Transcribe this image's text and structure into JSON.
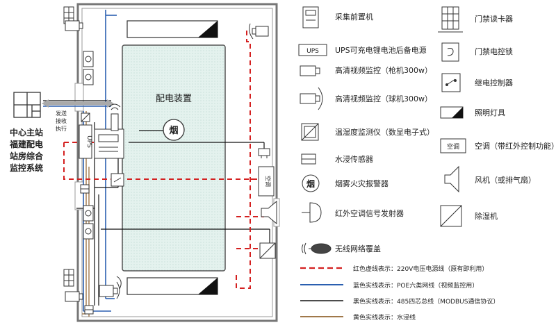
{
  "center_station": {
    "lines": [
      "中心主站",
      "福建配电",
      "站房综合",
      "监控系统"
    ],
    "link_labels": [
      "发送",
      "接收",
      "执行"
    ]
  },
  "main_area": {
    "title": "配电装置",
    "smoke_symbol": "烟",
    "ups_label": "UPS",
    "ac_label": "空调"
  },
  "legend": [
    {
      "icon": "collector-icon",
      "label": "采集前置机"
    },
    {
      "icon": "ups-icon",
      "label": "UPS可充电锂电池后备电源",
      "icon_text": "UPS"
    },
    {
      "icon": "gun-camera-icon",
      "label": "高清视频监控（枪机300w）"
    },
    {
      "icon": "dome-camera-icon",
      "label": "高清视频监控（球机300w）"
    },
    {
      "icon": "temp-humidity-icon",
      "label": "温湿度监测仪（数显电子式）"
    },
    {
      "icon": "water-sensor-icon",
      "label": "水浸传感器"
    },
    {
      "icon": "smoke-alarm-icon",
      "label": "烟雾火灾报警器",
      "icon_text": "烟"
    },
    {
      "icon": "ir-emitter-icon",
      "label": "红外空调信号发射器"
    },
    {
      "icon": "wifi-icon",
      "label": "无线网络覆盖"
    },
    {
      "icon": "card-reader-icon",
      "label": "门禁读卡器"
    },
    {
      "icon": "electric-lock-icon",
      "label": "门禁电控锁"
    },
    {
      "icon": "relay-icon",
      "label": "继电控制器"
    },
    {
      "icon": "light-icon",
      "label": "照明灯具"
    },
    {
      "icon": "ac-icon",
      "label": "空调（带红外控制功能）",
      "icon_text": "空调"
    },
    {
      "icon": "fan-icon",
      "label": "风机（或排气扇）"
    },
    {
      "icon": "dehumidifier-icon",
      "label": "除湿机"
    }
  ],
  "line_legend": [
    {
      "label": "红色虚线表示：220V电压电源线（原有即利用）",
      "color": "#d42020",
      "style": "dashed"
    },
    {
      "label": "蓝色实线表示：POE六类网线（视频监控用）",
      "color": "#2a5fb0",
      "style": "solid"
    },
    {
      "label": "黑色实线表示：485四芯总线（MODBUS通信协议）",
      "color": "#111111",
      "style": "solid"
    },
    {
      "label": "黄色实线表示：水浸线",
      "color": "#a0784a",
      "style": "solid"
    }
  ]
}
